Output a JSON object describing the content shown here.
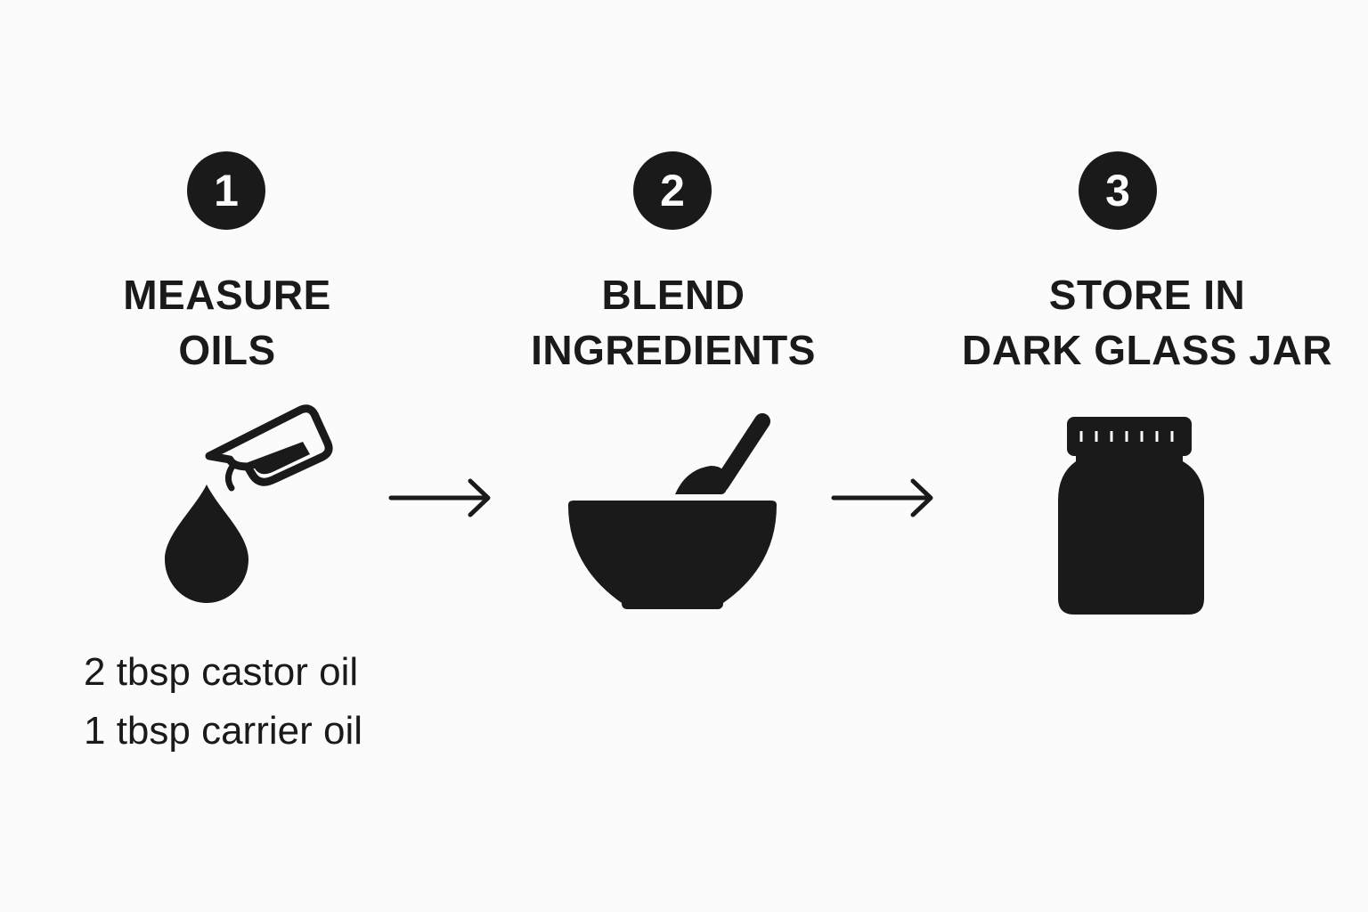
{
  "steps": [
    {
      "number": "1",
      "title_line1": "MEASURE",
      "title_line2": "OILS",
      "icon": "pouring-measuring-cup-icon",
      "details": [
        "2 tbsp castor oil",
        "1 tbsp carrier oil"
      ]
    },
    {
      "number": "2",
      "title_line1": "BLEND",
      "title_line2": "INGREDIENTS",
      "icon": "mixing-bowl-icon"
    },
    {
      "number": "3",
      "title_line1": "STORE IN",
      "title_line2": "DARK GLASS JAR",
      "icon": "glass-jar-icon"
    }
  ],
  "colors": {
    "background": "#fbfbfb",
    "ink": "#1a1a1a"
  }
}
